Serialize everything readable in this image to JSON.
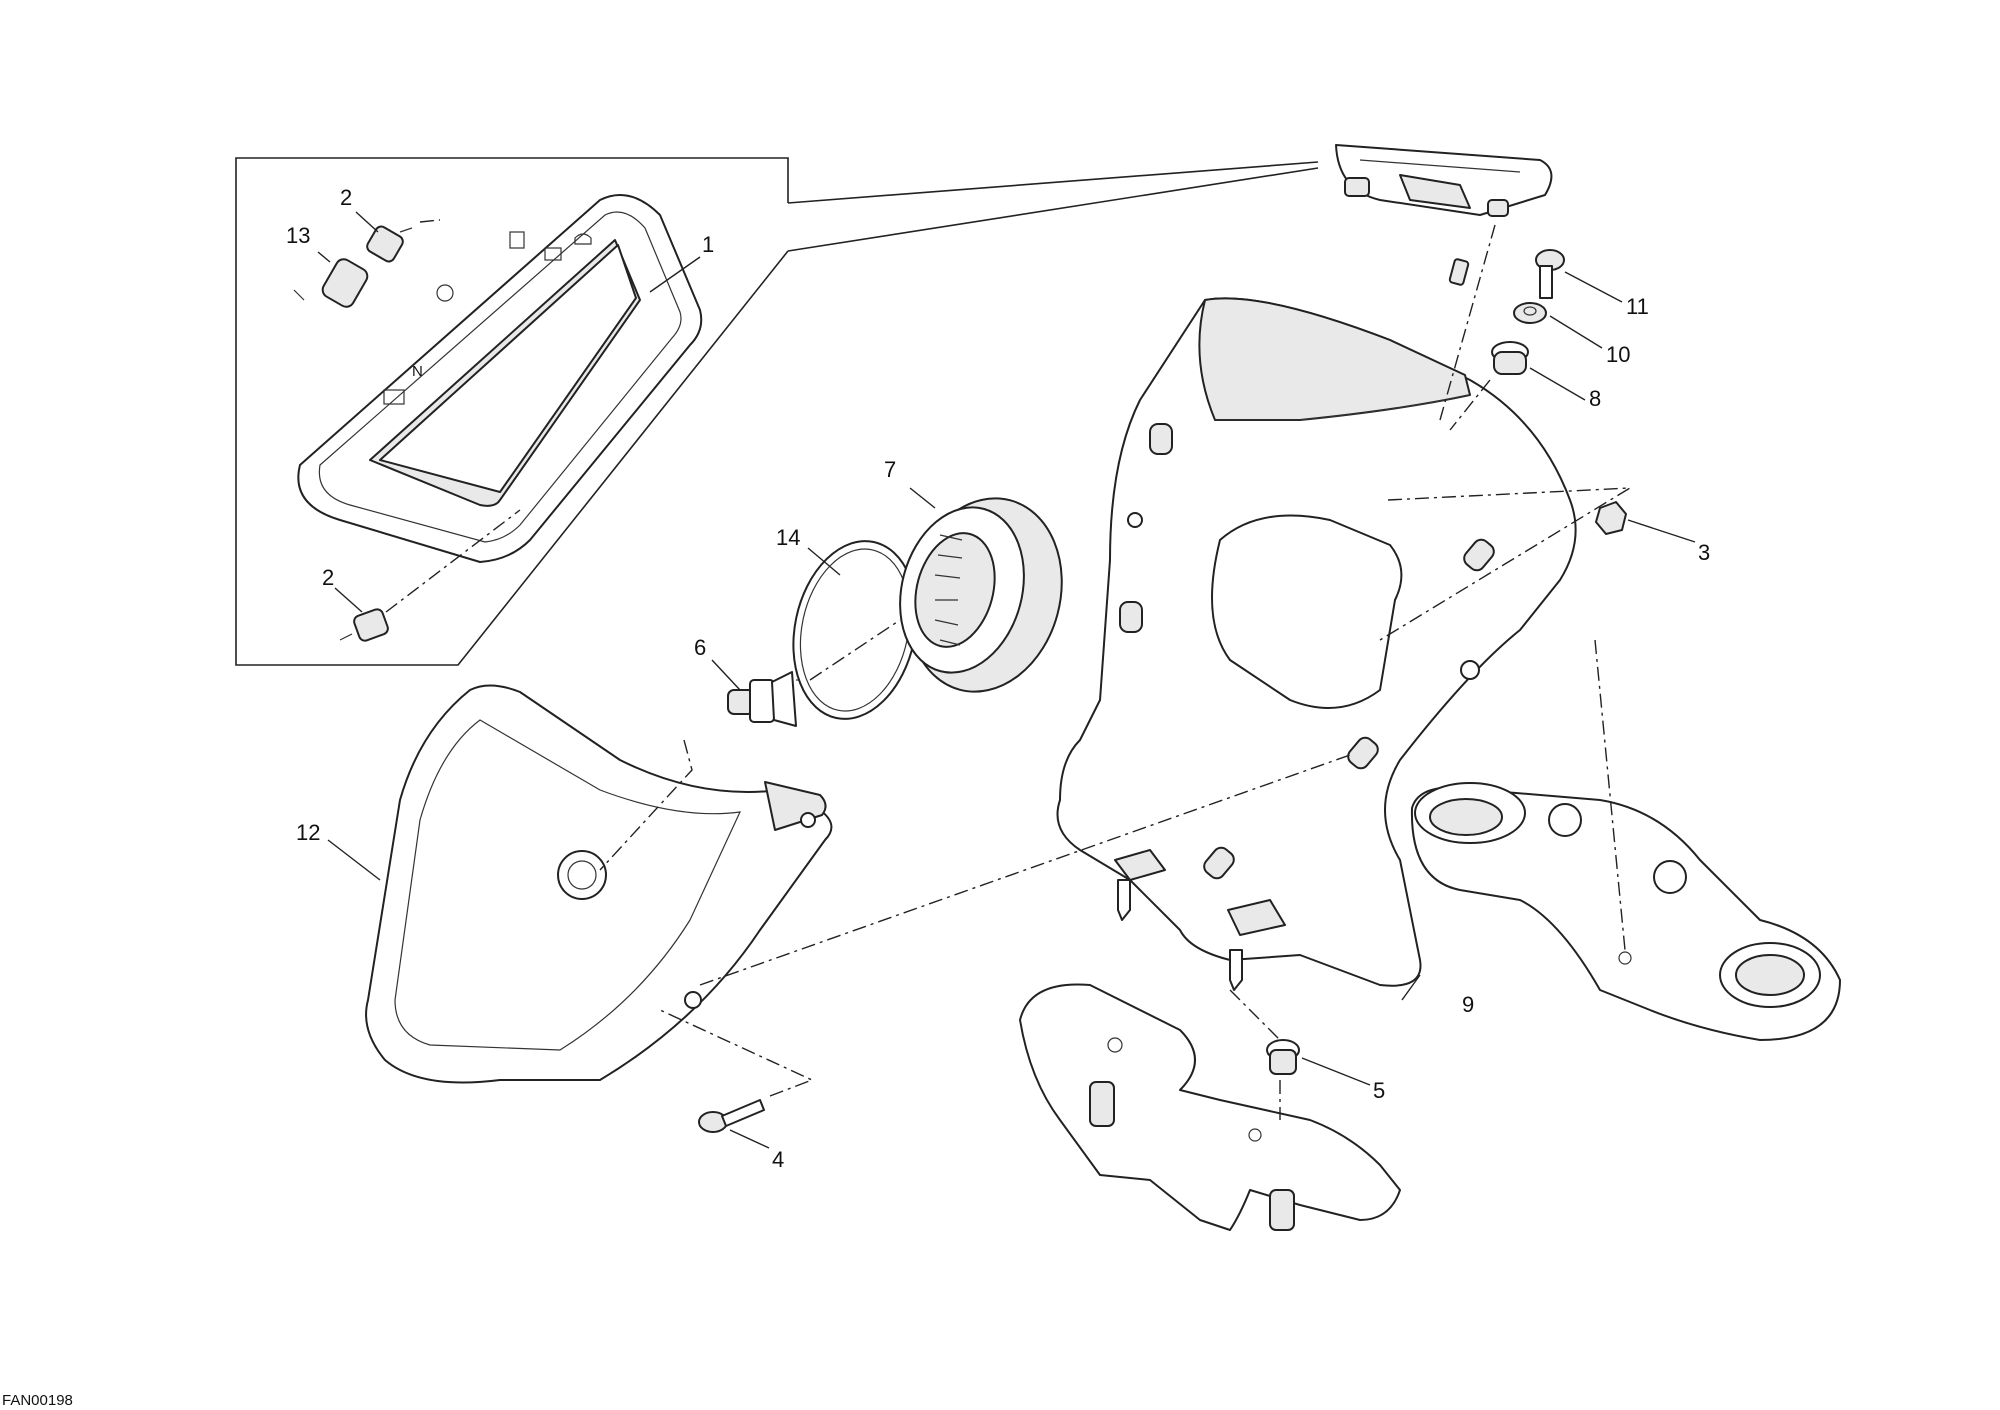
{
  "callouts": {
    "c1": "1",
    "c2a": "2",
    "c2b": "2",
    "c3": "3",
    "c4": "4",
    "c5": "5",
    "c6": "6",
    "c7": "7",
    "c8": "8",
    "c9": "9",
    "c10": "10",
    "c11": "11",
    "c12": "12",
    "c13": "13",
    "c14": "14"
  },
  "dashboard_icons": {
    "neutral": "N"
  },
  "drawing_code": "FAN00198"
}
